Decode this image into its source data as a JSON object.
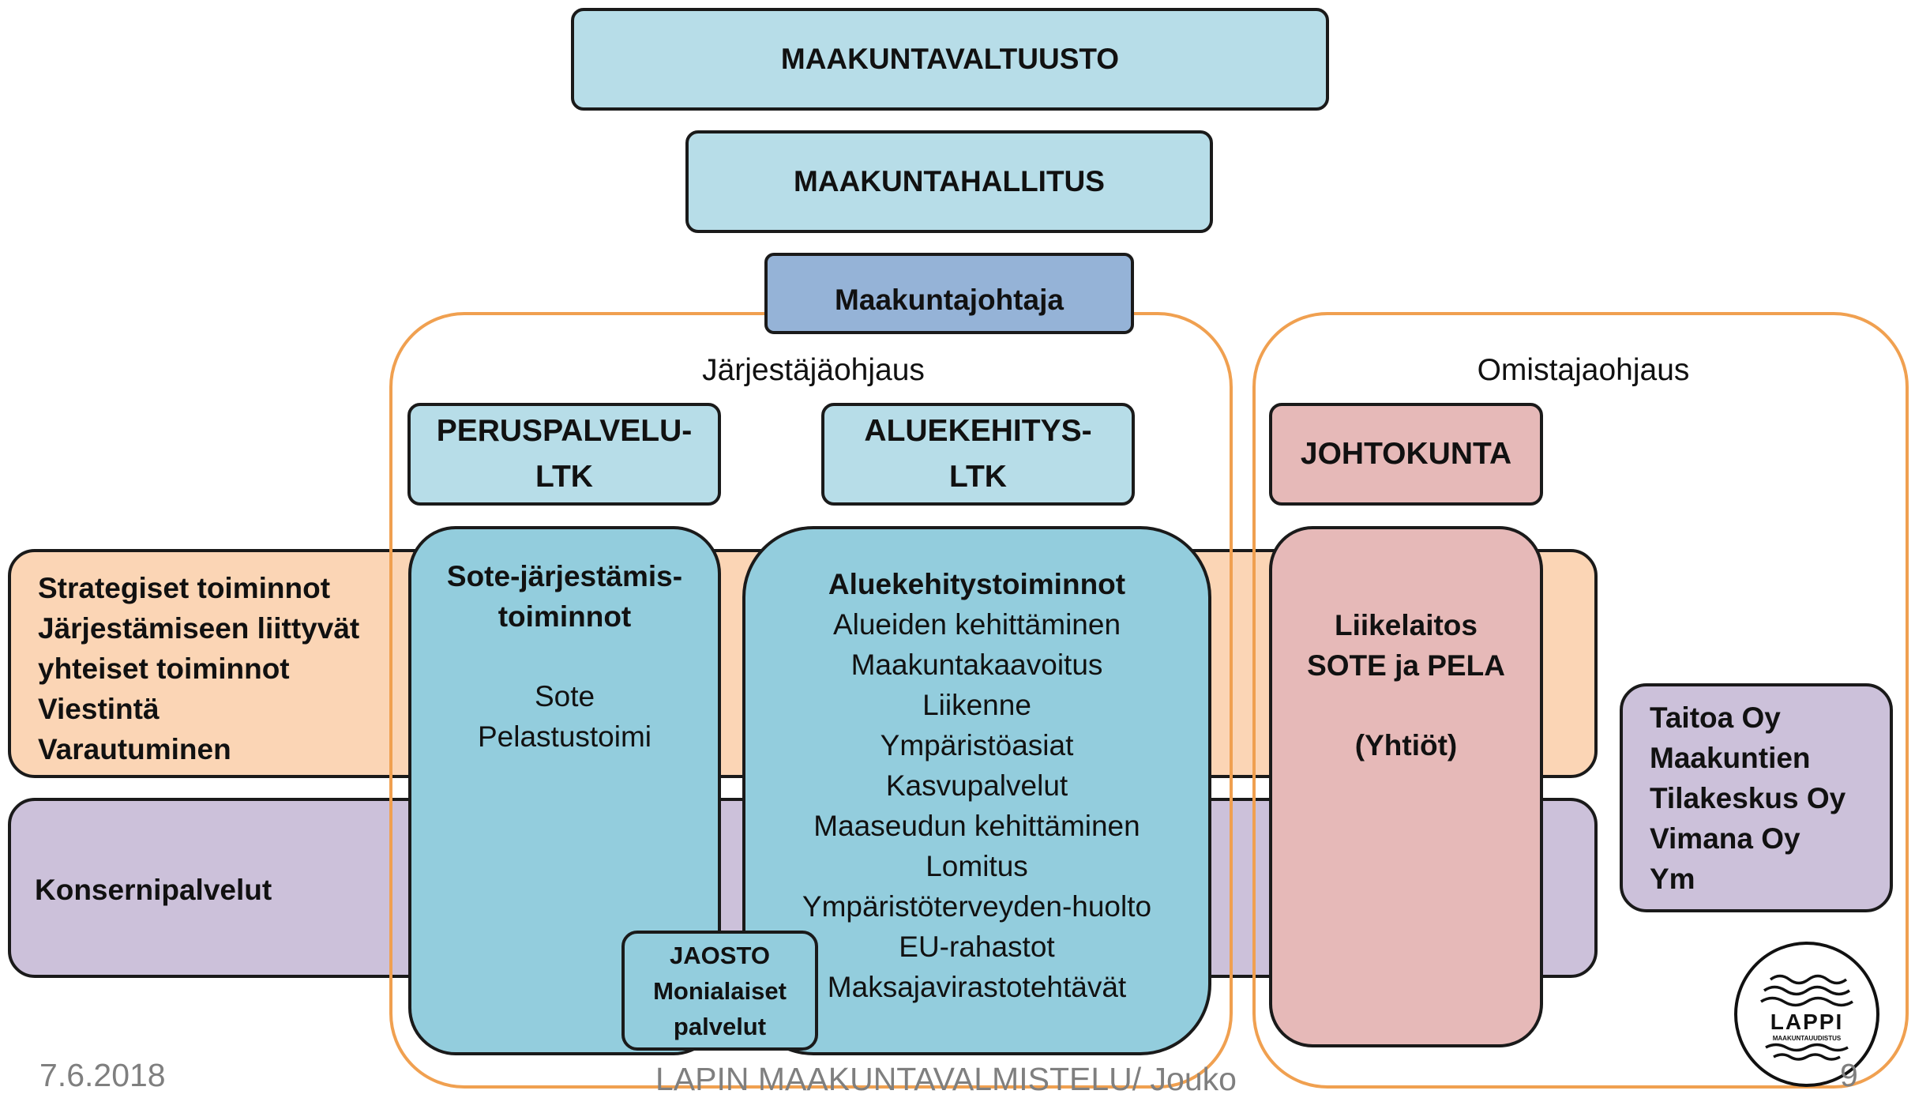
{
  "top": {
    "council": "MAAKUNTAVALTUUSTO",
    "board": "MAAKUNTAHALLITUS",
    "director": "Maakuntajohtaja"
  },
  "groups": {
    "organizer_label": "Järjestäjäohjaus",
    "owner_label": "Omistajaohjaus"
  },
  "committees": {
    "basic_services": [
      "PERUSPALVELU-",
      "LTK"
    ],
    "regional_dev": [
      "ALUEKEHITYS-",
      "LTK"
    ],
    "board_of_directors": "JOHTOKUNTA"
  },
  "bands": {
    "strategic": [
      "Strategiset toiminnot",
      "Järjestämiseen liittyvät",
      "yhteiset toiminnot",
      "Viestintä",
      "Varautuminen"
    ],
    "group_services": "Konsernipalvelut"
  },
  "sote": {
    "title": [
      "Sote-järjestämis-",
      "toiminnot"
    ],
    "items": [
      "Sote",
      "Pelastustoimi"
    ]
  },
  "regional": {
    "title": "Aluekehitystoiminnot",
    "items": [
      "Alueiden kehittäminen",
      "Maakuntakaavoitus",
      "Liikenne",
      "Ympäristöasiat",
      "Kasvupalvelut",
      "Maaseudun kehittäminen",
      "Lomitus",
      "Ympäristöterveyden-huolto",
      "EU-rahastot",
      "Maksajavirastotehtävät"
    ]
  },
  "jaosto": [
    "JAOSTO",
    "Monialaiset",
    "palvelut"
  ],
  "enterprise": {
    "lines": [
      "Liikelaitos",
      "SOTE ja PELA"
    ],
    "companies": "(Yhtiöt)"
  },
  "companies_box": [
    "Taitoa Oy",
    "Maakuntien",
    "Tilakeskus Oy",
    "Vimana Oy",
    "Ym"
  ],
  "logo": {
    "name": "LAPPI",
    "sub": "MAAKUNTAUUDISTUS"
  },
  "footer": {
    "date": "7.6.2018",
    "center": "LAPIN MAAKUNTAVALMISTELU/ Jouko",
    "page": "9"
  },
  "colors": {
    "light_blue": "#b7dde8",
    "mid_blue": "#93cddd",
    "director_blue": "#95b3d7",
    "peach": "#fbd5b5",
    "lavender": "#ccc1da",
    "rose": "#e6b9b8",
    "orange_frame": "#f0a050"
  }
}
